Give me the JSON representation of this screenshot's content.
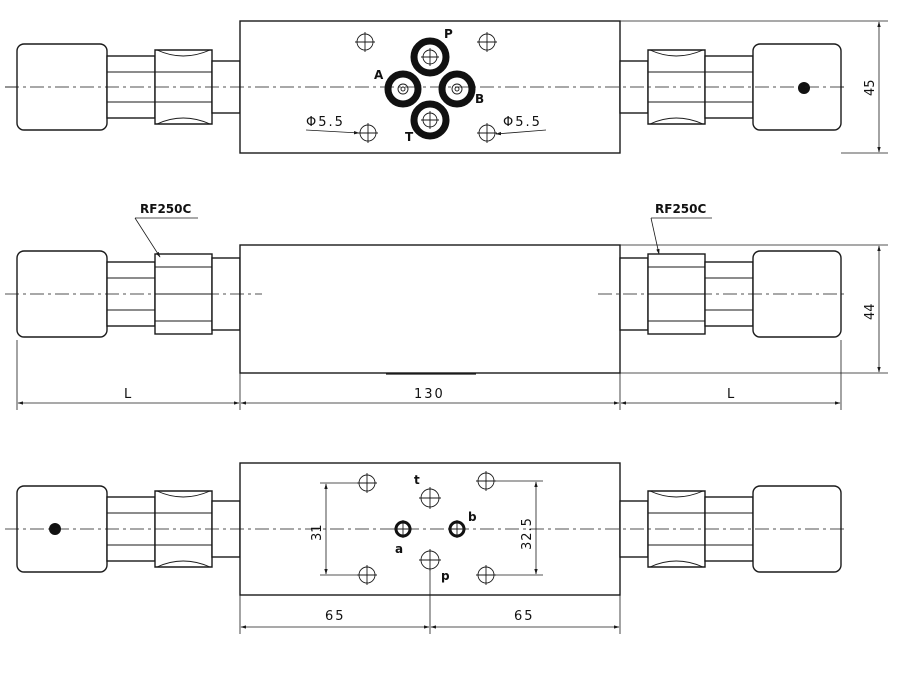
{
  "labels": {
    "phi_left": "Φ5.5",
    "phi_right": "Φ5.5",
    "part_left": "RF250C",
    "part_right": "RF250C",
    "dim_height_top": "45",
    "dim_height_mid": "44",
    "dim_L_left": "L",
    "dim_130": "130",
    "dim_L_right": "L",
    "dim_31": "31",
    "dim_32_5": "32.5",
    "dim_65_left": "65",
    "dim_65_right": "65"
  },
  "ports_top": {
    "P": "P",
    "A": "A",
    "B": "B",
    "T": "T"
  },
  "ports_bottom": {
    "t": "t",
    "a": "a",
    "b": "b",
    "p": "p"
  }
}
